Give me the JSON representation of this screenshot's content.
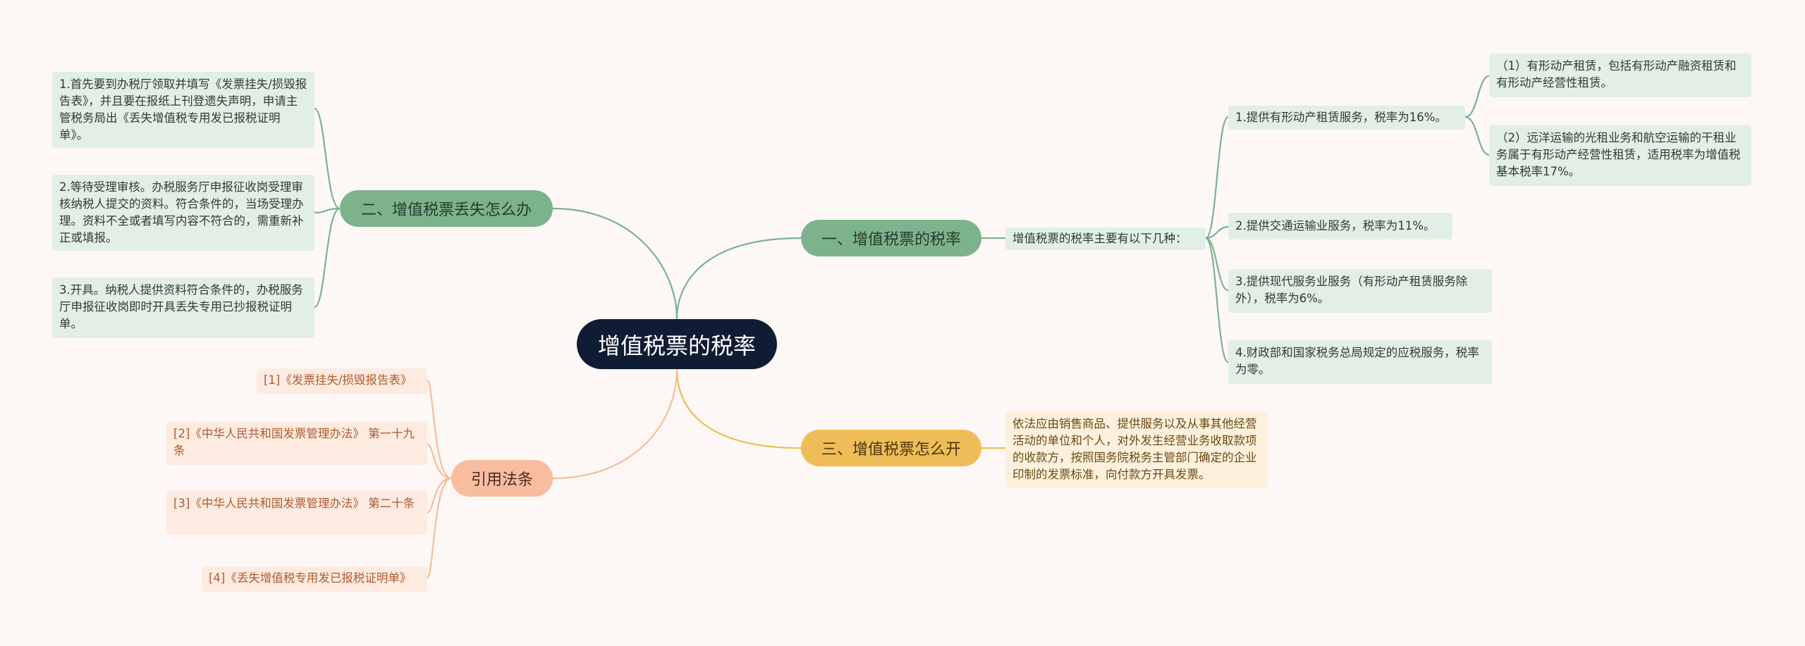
{
  "root": {
    "label": "增值税票的税率"
  },
  "branch1": {
    "label": "一、增值税票的税率",
    "intro": "增值税票的税率主要有以下几种：",
    "items": [
      "1.提供有形动产租赁服务，税率为16%。",
      "2.提供交通运输业服务，税率为11%。",
      "3.提供现代服务业服务（有形动产租赁服务除外），税率为6%。",
      "4.财政部和国家税务总局规定的应税服务，税率为零。"
    ],
    "sub_items": [
      "（1）有形动产租赁，包括有形动产融资租赁和有形动产经营性租赁。",
      "（2）远洋运输的光租业务和航空运输的干租业务属于有形动产经营性租赁，适用税率为增值税基本税率17%。"
    ]
  },
  "branch2": {
    "label": "二、增值税票丢失怎么办",
    "items": [
      "1.首先要到办税厅领取并填写《发票挂失/损毁报告表》，并且要在报纸上刊登遗失声明，申请主管税务局出《丢失增值税专用发已报税证明单》。",
      "2.等待受理审核。办税服务厅申报征收岗受理审核纳税人提交的资料。符合条件的，当场受理办理。资料不全或者填写内容不符合的，需重新补正或填报。",
      "3.开具。纳税人提供资料符合条件的，办税服务厅申报征收岗即时开具丢失专用已抄报税证明单。"
    ]
  },
  "branch3": {
    "label": "三、增值税票怎么开",
    "text": "依法应由销售商品、提供服务以及从事其他经营活动的单位和个人，对外发生经营业务收取款项的收款方，按照国务院税务主管部门确定的企业印制的发票标准，向付款方开具发票。"
  },
  "branch4": {
    "label": "引用法条",
    "items": [
      "[1]《发票挂失/损毁报告表》",
      "[2]《中华人民共和国发票管理办法》 第一十九条",
      "[3]《中华人民共和国发票管理办法》 第二十条",
      "[4]《丢失增值税专用发已报税证明单》"
    ]
  },
  "colors": {
    "root": "#0f1c33",
    "green": "#7cb38c",
    "yellow": "#efbd58",
    "salmon": "#f8bc9e"
  }
}
